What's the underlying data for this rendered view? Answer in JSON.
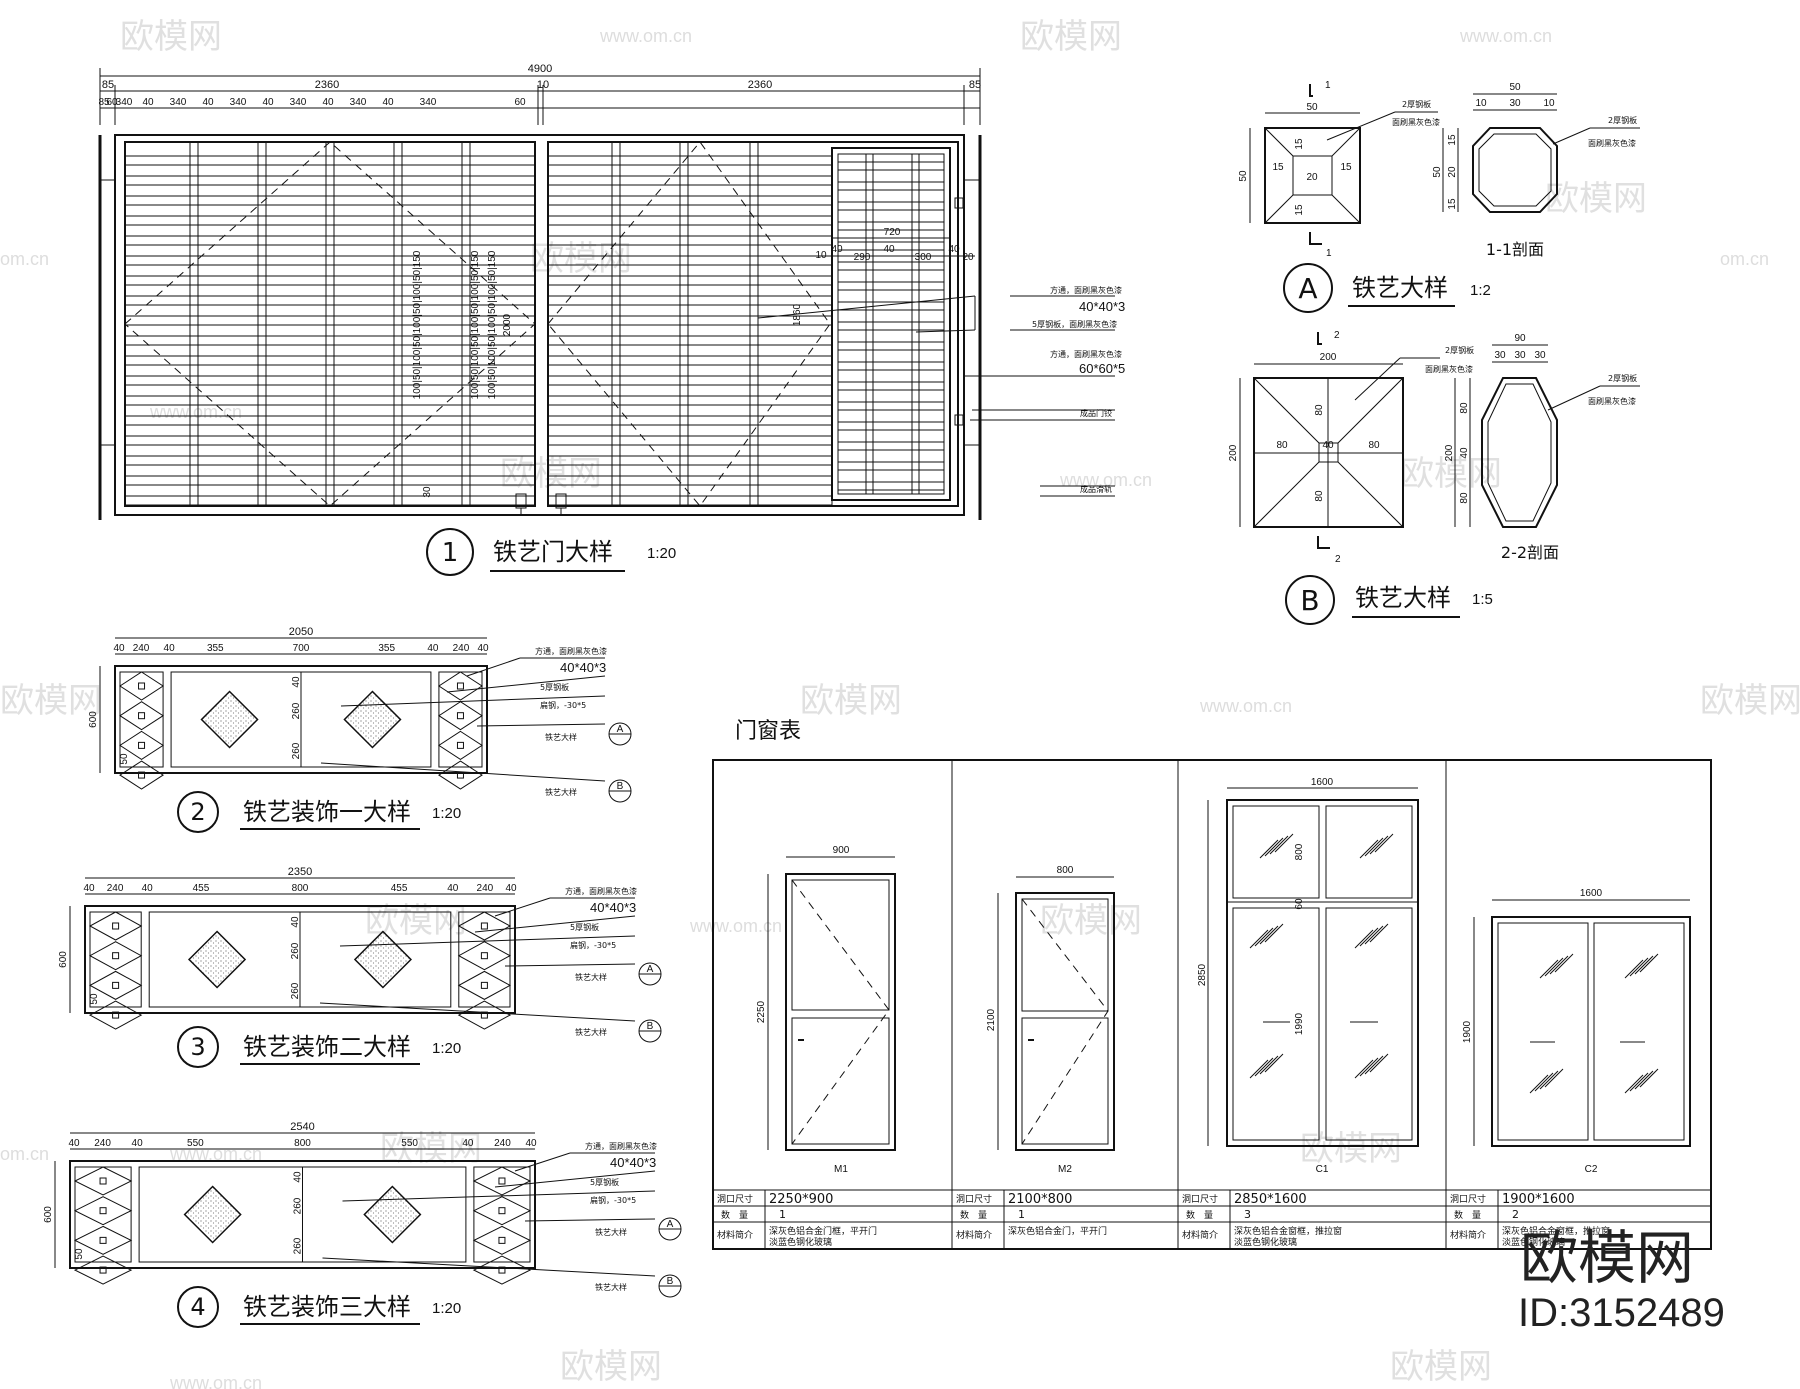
{
  "watermark": {
    "text": "欧模网",
    "url": "www.om.cn",
    "url_short": "om.cn"
  },
  "brand": {
    "name": "欧模网",
    "id": "ID:3152489"
  },
  "gate": {
    "number": "1",
    "title": "铁艺门大样",
    "scale": "1:20",
    "overall": "4900",
    "dims_row2": [
      "85",
      "2360",
      "10",
      "2360",
      "85"
    ],
    "dims_row3": [
      "85",
      "60",
      "340",
      "40",
      "340",
      "40",
      "340",
      "40",
      "340",
      "40",
      "340",
      "40",
      "340",
      "60"
    ],
    "door_dims": [
      "720",
      "10",
      "40",
      "290",
      "40",
      "300",
      "40",
      "20"
    ],
    "height": "2000",
    "height_door": "1860",
    "bottom_dim": "30",
    "v_dims": "100|50|100|50|100|50|100|50|150",
    "notes": [
      "方通，面刷黑灰色漆",
      "40*40*3",
      "5厚钢板，面刷黑灰色漆",
      "方通，面刷黑灰色漆",
      "60*60*5",
      "成品门铰",
      "成品滑轨"
    ]
  },
  "detailA": {
    "letter": "A",
    "title": "铁艺大样",
    "scale": "1:2",
    "dims_w": "50",
    "dims_h": "50",
    "dims_in": [
      "15",
      "20",
      "15"
    ],
    "dims_sec_top": "50",
    "dims_sec_sub": [
      "10",
      "30",
      "10"
    ],
    "dims_sec_left": [
      "15",
      "20",
      "15"
    ],
    "sec_label": "1",
    "section_title": "1-1剖面",
    "note": "2厚钢板",
    "note2": "面刷黑灰色漆"
  },
  "detailB": {
    "letter": "B",
    "title": "铁艺大样",
    "scale": "1:5",
    "dims_w": "200",
    "dims_h": "200",
    "dims_in": [
      "80",
      "40",
      "80"
    ],
    "dims_sec_top": "90",
    "dims_sec_sub": [
      "30",
      "30",
      "30"
    ],
    "dims_sec_left": [
      "80",
      "40",
      "80"
    ],
    "sec_label": "2",
    "section_title": "2-2剖面",
    "note": "2厚钢板",
    "note2": "面刷黑灰色漆"
  },
  "decor": [
    {
      "number": "2",
      "title": "铁艺装饰一大样",
      "scale": "1:20",
      "overall": "2050",
      "dims": [
        "40",
        "240",
        "40",
        "355",
        "700",
        "355",
        "40",
        "240",
        "40"
      ],
      "height": "600",
      "inner_v": [
        "40",
        "260",
        "260"
      ],
      "small": "50",
      "notes": [
        "方通，面刷黑灰色漆",
        "40*40*3",
        "5厚钢板",
        "扁钢，-30*5",
        "铁艺大样",
        "铁艺大样"
      ]
    },
    {
      "number": "3",
      "title": "铁艺装饰二大样",
      "scale": "1:20",
      "overall": "2350",
      "dims": [
        "40",
        "240",
        "40",
        "455",
        "800",
        "455",
        "40",
        "240",
        "40"
      ],
      "height": "600",
      "inner_v": [
        "40",
        "260",
        "260"
      ],
      "small": "50",
      "notes": [
        "方通，面刷黑灰色漆",
        "40*40*3",
        "5厚钢板",
        "扁钢，-30*5",
        "铁艺大样",
        "铁艺大样"
      ]
    },
    {
      "number": "4",
      "title": "铁艺装饰三大样",
      "scale": "1:20",
      "overall": "2540",
      "dims": [
        "40",
        "240",
        "40",
        "550",
        "800",
        "550",
        "40",
        "240",
        "40"
      ],
      "height": "600",
      "inner_v": [
        "40",
        "260",
        "260"
      ],
      "small": "50",
      "notes": [
        "方通，面刷黑灰色漆",
        "40*40*3",
        "5厚钢板",
        "扁钢，-30*5",
        "铁艺大样",
        "铁艺大样"
      ]
    }
  ],
  "schedule": {
    "title": "门窗表",
    "row_labels": [
      "洞口尺寸",
      "数　量",
      "材料简介"
    ],
    "items": [
      {
        "code": "M1",
        "width": "900",
        "height": "2250",
        "size": "2250*900",
        "qty": "1",
        "material": [
          "深灰色铝合金门框，平开门",
          "淡蓝色钢化玻璃"
        ]
      },
      {
        "code": "M2",
        "width": "800",
        "height": "2100",
        "size": "2100*800",
        "qty": "1",
        "material": [
          "深灰色铝合金门，平开门"
        ]
      },
      {
        "code": "C1",
        "width": "1600",
        "height": "2850",
        "size": "2850*1600",
        "qty": "3",
        "material": [
          "深灰色铝合金窗框，推拉窗",
          "淡蓝色钢化玻璃"
        ],
        "upper": "800",
        "mid": "60",
        "lower": "1990"
      },
      {
        "code": "C2",
        "width": "1600",
        "height": "1900",
        "size": "1900*1600",
        "qty": "2",
        "material": [
          "深灰色铝合金窗框，推拉窗",
          "淡蓝色钢化玻璃"
        ]
      }
    ]
  }
}
